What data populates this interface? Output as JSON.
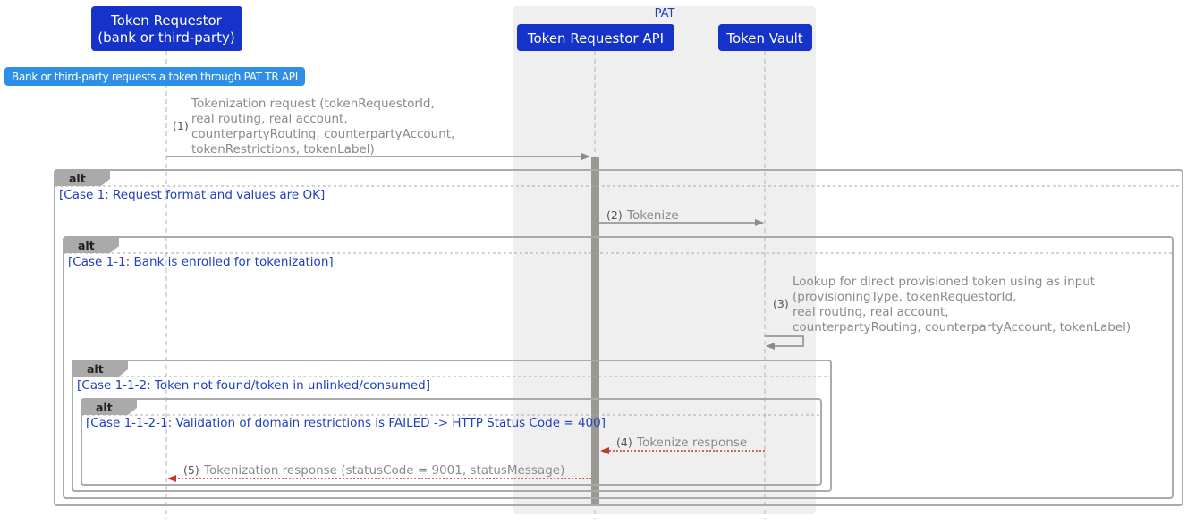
{
  "group": {
    "label": "PAT"
  },
  "participants": {
    "requestor_line1": "Token Requestor",
    "requestor_line2": "(bank or third-party)",
    "api": "Token Requestor API",
    "vault": "Token Vault"
  },
  "note": "Bank or third-party requests a token through PAT TR API",
  "messages": {
    "m1": {
      "num": "(1)",
      "lines": [
        "Tokenization request (tokenRequestorId,",
        "real routing, real account,",
        "counterpartyRouting, counterpartyAccount,",
        "tokenRestrictions, tokenLabel)"
      ]
    },
    "m2": {
      "num": "(2)",
      "text": "Tokenize"
    },
    "m3": {
      "num": "(3)",
      "lines": [
        "Lookup for direct provisioned token using as input",
        "(provisioningType, tokenRequestorId,",
        "real routing, real account,",
        "counterpartyRouting, counterpartyAccount, tokenLabel)"
      ]
    },
    "m4": {
      "num": "(4)",
      "text": "Tokenize response"
    },
    "m5": {
      "num": "(5)",
      "text": "Tokenization response (statusCode = 9001, statusMessage)"
    }
  },
  "alts": {
    "a1": {
      "tag": "alt",
      "guard": "[Case 1: Request format and values are OK]"
    },
    "a2": {
      "tag": "alt",
      "guard": "[Case 1-1:  Bank is enrolled for tokenization]"
    },
    "a3": {
      "tag": "alt",
      "guard": "[Case 1-1-2: Token not found/token in unlinked/consumed]"
    },
    "a4": {
      "tag": "alt",
      "guard": "[Case 1-1-2-1: Validation of domain restrictions is FAILED -> HTTP Status Code = 400]"
    }
  },
  "colors": {
    "participant": "#1533c8",
    "note": "#2f8fe6",
    "group_bg": "#efefef",
    "activation": "#9b9791",
    "error_arrow": "#c0392b",
    "guard_text": "#1f3fbf"
  }
}
